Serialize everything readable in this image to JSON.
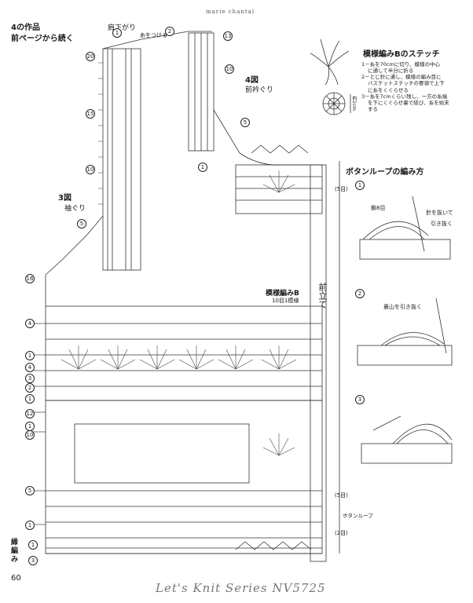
{
  "watermark_top": "marie chantal",
  "header": {
    "title": "4の作品",
    "subtitle": "前ページから続く"
  },
  "diagram": {
    "fig4_label": "4図",
    "fig4_sub": "前衿ぐり",
    "fig3_label": "3図",
    "fig3_sub": "袖ぐり",
    "shoulder_label": "肩下がり",
    "start_label": "糸をつける",
    "pattern_label": "模様編みB",
    "pattern_sub": "10目1模様",
    "front_band_label": "前立て",
    "button_loop_label": "ボタンループ",
    "edge_label": "縁編み",
    "stitch5_a": "(5目)",
    "stitch5_b": "(5目)",
    "stitch2": "(2目)",
    "rows": {
      "r1_top": "1",
      "r2_top": "2",
      "r13": "13",
      "r20": "20",
      "r10_right": "10",
      "r15": "15",
      "r10_left": "10",
      "r5_neck": "5",
      "r1_neck": "1",
      "r5_arm": "5",
      "r16": "16",
      "r4": "4",
      "r1_a": "1",
      "r4_b": "4",
      "r3_a": "3",
      "r2_a": "2",
      "r1_b": "1",
      "r12": "12",
      "r1_c": "1",
      "r10_low": "10",
      "r5_low": "5",
      "r1_d": "1",
      "r1_e": "1",
      "r3_bot": "3"
    }
  },
  "stitch_b": {
    "title": "模様編みBのステッチ",
    "steps": [
      "1－糸を70cmに切り、模様の中心",
      "に通して半分に折る",
      "2－とじ針に通し、模様の編み目に",
      "バスケットステッチの要領で上下",
      "に糸をくぐらせる",
      "3－糸を7cmくらい残し、一方の糸端",
      "を下にくぐらせ裏で結び、糸を始末",
      "する"
    ],
    "measure": "約2cm"
  },
  "button_loop": {
    "title": "ボタンループの編み方",
    "step1": "1",
    "step2": "2",
    "step3": "3",
    "label_chain": "鎖8目",
    "label_pull1": "針を抜いて",
    "label_pull2": "引き抜く",
    "label_back": "裏山を引き抜く"
  },
  "footer": {
    "page": "60",
    "series": "Let's Knit Series NV5725"
  }
}
